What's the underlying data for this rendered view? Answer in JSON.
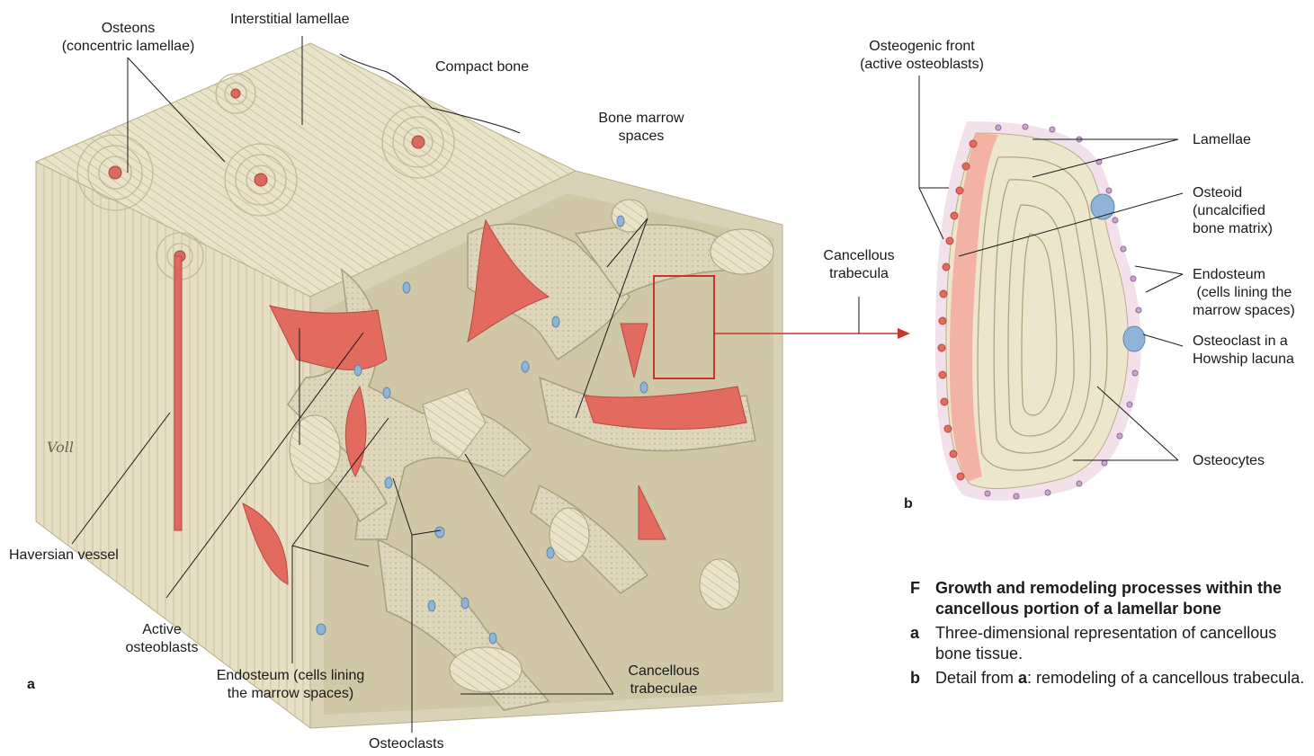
{
  "part_a": {
    "panel_letter": "a",
    "labels": {
      "osteons": [
        "Osteons",
        "(concentric lamellae)"
      ],
      "interstitial": "Interstitial lamellae",
      "compact_bone": "Compact bone",
      "bone_marrow_spaces": [
        "Bone marrow",
        "spaces"
      ],
      "cancellous_trabecula": [
        "Cancellous",
        "trabecula"
      ],
      "haversian_vessel": "Haversian vessel",
      "active_osteoblasts": [
        "Active",
        "osteoblasts"
      ],
      "endosteum": [
        "Endosteum (cells lining",
        "the marrow spaces)"
      ],
      "osteoclasts": "Osteoclasts",
      "cancellous_trabeculae": [
        "Cancellous",
        "trabeculae"
      ]
    },
    "signature": "Voll"
  },
  "part_b": {
    "panel_letter": "b",
    "labels": {
      "osteogenic_front": [
        "Osteogenic front",
        "(active osteoblasts)"
      ],
      "lamellae": "Lamellae",
      "osteoid": [
        "Osteoid",
        "(uncalcified",
        "bone matrix)"
      ],
      "endosteum": [
        "Endosteum",
        " (cells lining the",
        "marrow spaces)"
      ],
      "osteoclast": [
        "Osteoclast in a",
        "Howship lacuna"
      ],
      "osteocytes": "Osteocytes"
    }
  },
  "caption": {
    "figure_letter": "F",
    "title": "Growth and remodeling processes within the cancellous portion of a lamellar bone",
    "items": [
      {
        "letter": "a",
        "text": "Three-dimensional representation of cancellous bone tissue."
      },
      {
        "letter": "b",
        "pre": "Detail from ",
        "bold": "a",
        "post": ": remodeling of a cancellous trabecula."
      }
    ]
  },
  "colors": {
    "bone": "#e8e2c8",
    "bone_dark": "#cfc7a6",
    "vessel": "#e0695f",
    "osteoid": "#f2b3a5",
    "osteoclast": "#8fb4d8",
    "pointer_red": "#c8362a"
  }
}
